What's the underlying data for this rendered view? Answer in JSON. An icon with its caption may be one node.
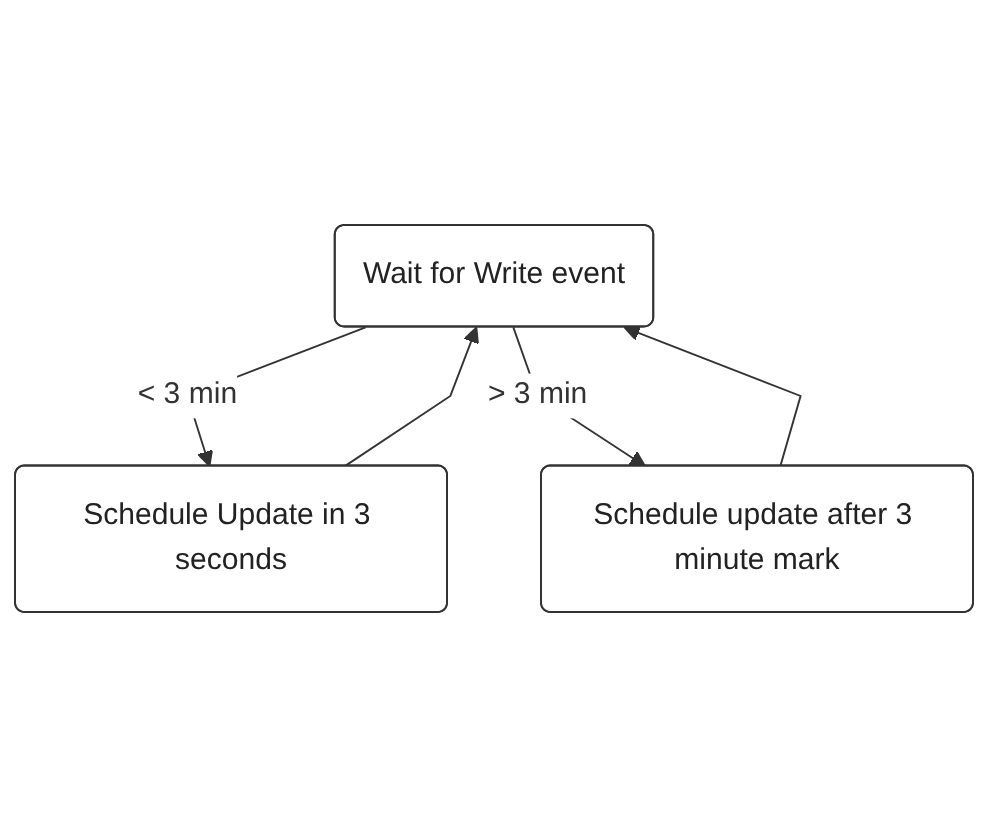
{
  "diagram": {
    "nodes": [
      {
        "text": [
          "Wait for Write event"
        ]
      },
      {
        "text": [
          "Schedule Update in 3 seconds"
        ]
      },
      {
        "text": [
          "Schedule update after 3 minute mark"
        ]
      }
    ],
    "edges": [
      {
        "from": 0,
        "to": 1,
        "arrow": "to",
        "label": "< 3 min"
      },
      {
        "from": 1,
        "to": 0,
        "arrow": "to"
      },
      {
        "from": 0,
        "to": 2,
        "arrow": "to",
        "label": "> 3 min"
      },
      {
        "from": 2,
        "to": 0,
        "arrow": "to"
      }
    ]
  }
}
